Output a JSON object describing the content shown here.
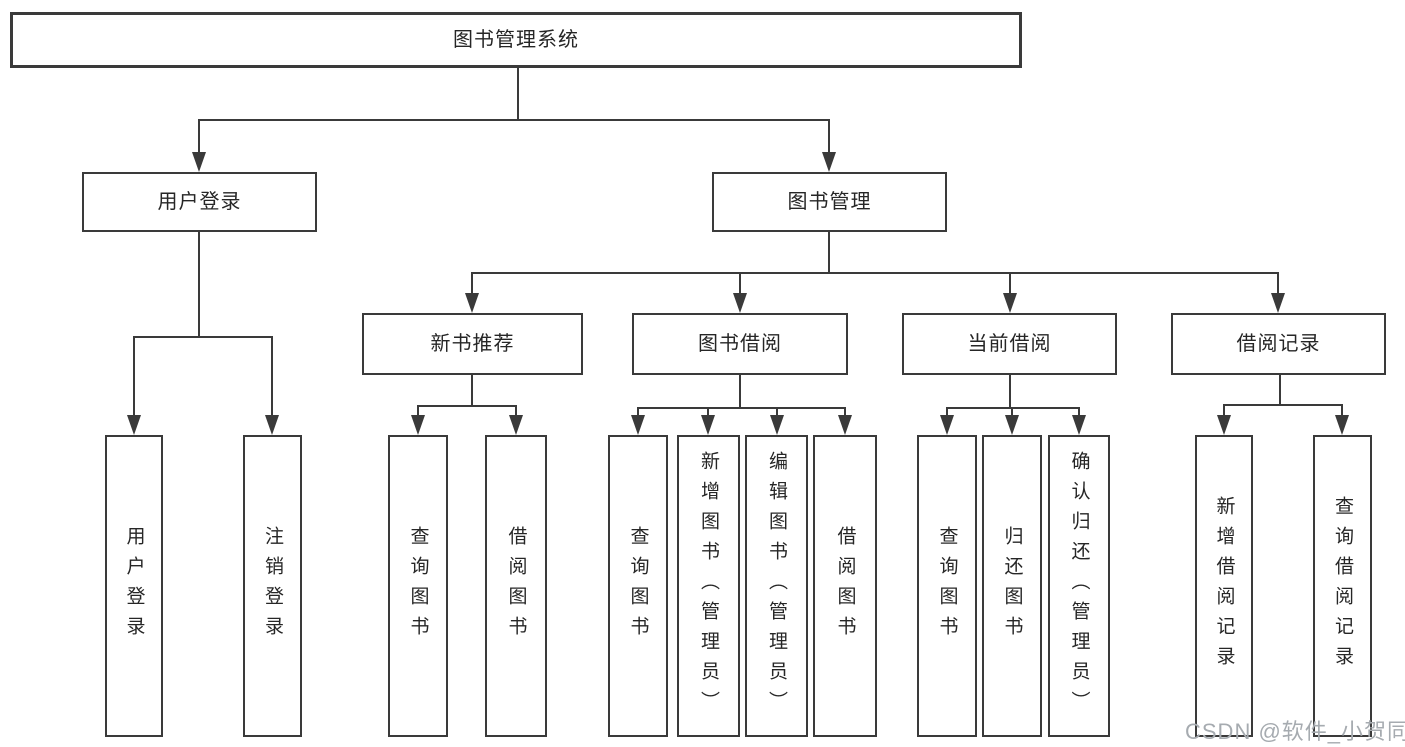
{
  "diagram": {
    "type": "tree",
    "title": "图书管理系统",
    "children": [
      {
        "label": "用户登录",
        "children": [
          {
            "label": "用户登录"
          },
          {
            "label": "注销登录"
          }
        ]
      },
      {
        "label": "图书管理",
        "children": [
          {
            "label": "新书推荐",
            "children": [
              {
                "label": "查询图书"
              },
              {
                "label": "借阅图书"
              }
            ]
          },
          {
            "label": "图书借阅",
            "children": [
              {
                "label": "查询图书"
              },
              {
                "label": "新增图书（管理员）"
              },
              {
                "label": "编辑图书（管理员）"
              },
              {
                "label": "借阅图书"
              }
            ]
          },
          {
            "label": "当前借阅",
            "children": [
              {
                "label": "查询图书"
              },
              {
                "label": "归还图书"
              },
              {
                "label": "确认归还（管理员）"
              }
            ]
          },
          {
            "label": "借阅记录",
            "children": [
              {
                "label": "新增借阅记录"
              },
              {
                "label": "查询借阅记录"
              }
            ]
          }
        ]
      }
    ]
  },
  "watermark": {
    "text": "CSDN @软件_小贺同学"
  },
  "colors": {
    "line": "#3a3a3a",
    "border": "#3a3a3a",
    "text": "#262626",
    "background": "#ffffff",
    "watermark_color": "#a6abb0"
  }
}
